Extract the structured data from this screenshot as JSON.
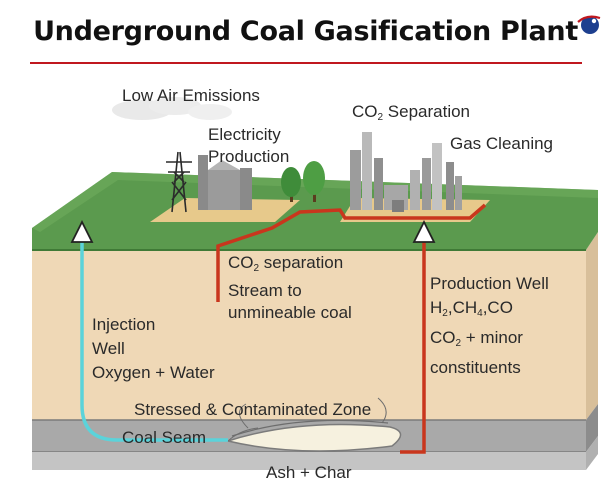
{
  "title": "Underground Coal Gasification Plant",
  "labels": {
    "low_air_emissions": "Low Air Emissions",
    "electricity_line1": "Electricity",
    "electricity_line2": "Production",
    "co2_separation_prefix": "CO",
    "co2_separation_sub": "2",
    "co2_separation_suffix": " Separation",
    "gas_cleaning": "Gas Cleaning",
    "co2_stream_prefix": "CO",
    "co2_stream_sub": "2",
    "co2_stream_suffix": " separation",
    "co2_stream_line2": "Stream to",
    "co2_stream_line3": "unmineable coal",
    "production_well": "Production Well",
    "gas_h": "H",
    "gas_h_sub": "2",
    "gas_ch": ",CH",
    "gas_ch_sub": "4",
    "gas_co": ",CO",
    "co2_minor_prefix": "CO",
    "co2_minor_sub": "2",
    "co2_minor_suffix": " + minor",
    "constituents": "constituents",
    "injection": "Injection",
    "well": "Well",
    "oxygen_water": "Oxygen + Water",
    "stressed_zone": "Stressed & Contaminated Zone",
    "coal_seam": "Coal Seam",
    "ash_char": "Ash + Char"
  },
  "colors": {
    "brand_red": "#c0181f",
    "grass": "#5b9a4e",
    "soil": "#efd8b6",
    "injection_line": "#5bd3da",
    "production_line": "#c9361d"
  }
}
